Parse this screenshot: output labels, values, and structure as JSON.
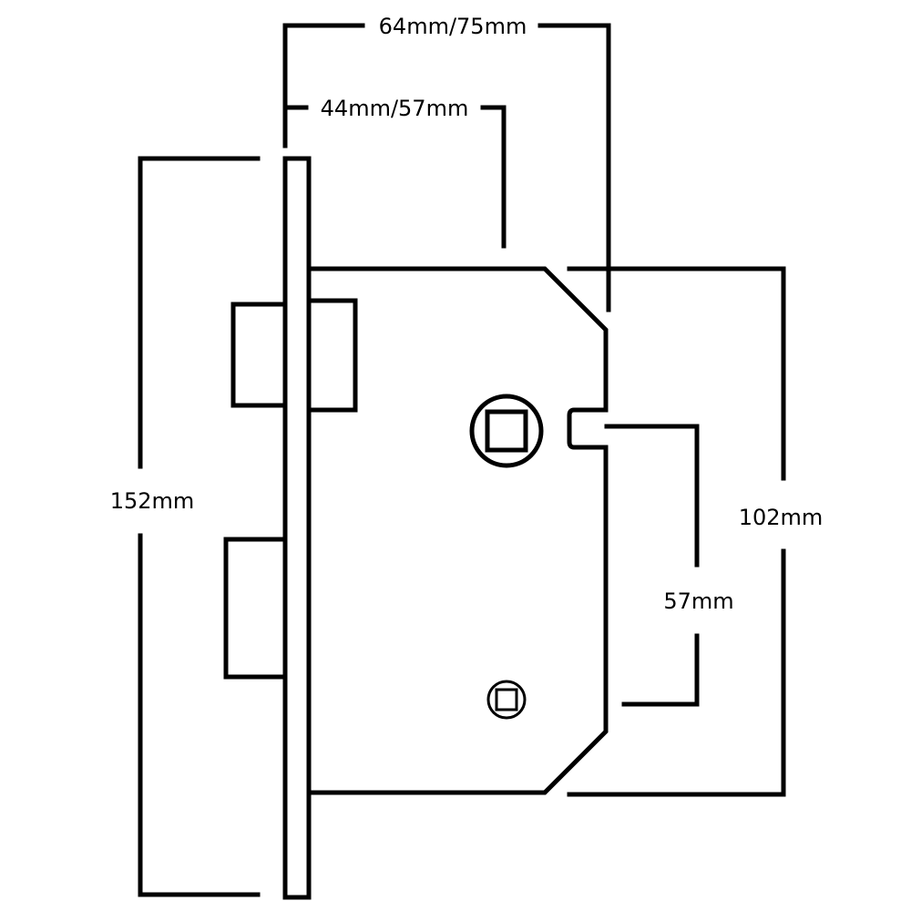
{
  "dimensions": {
    "overall_backset": "64mm/75mm",
    "backset": "44mm/57mm",
    "forend_height": "152mm",
    "case_height": "102mm",
    "centres": "57mm"
  },
  "colors": {
    "line": "#000000",
    "background": "#ffffff"
  }
}
